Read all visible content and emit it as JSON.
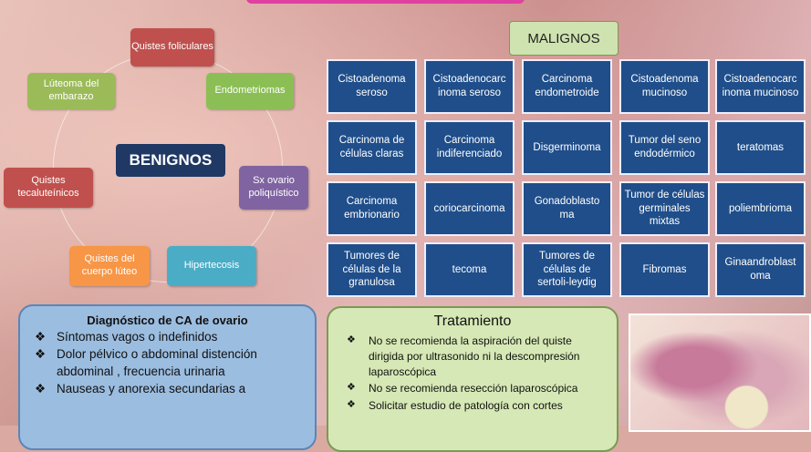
{
  "benignos": {
    "title": "BENIGNOS",
    "items": [
      "Quistes foliculares",
      "Endometriomas",
      "Sx ovario poliquístico",
      "Hipertecosis",
      "Quistes del cuerpo lúteo",
      "Quistes tecaluteínicos",
      "Lúteoma del embarazo"
    ]
  },
  "malignos": {
    "title": "MALIGNOS",
    "rows": [
      [
        "Cistoadenoma seroso",
        "Cistoadenocarc inoma seroso",
        "Carcinoma endometroide",
        "Cistoadenoma mucinoso",
        "Cistoadenocarc inoma mucinoso"
      ],
      [
        "Carcinoma de células claras",
        "Carcinoma indiferenciado",
        "Disgerminoma",
        "Tumor del seno endodérmico",
        "teratomas"
      ],
      [
        "Carcinoma embrionario",
        "coriocarcinoma",
        "Gonadoblasto ma",
        "Tumor de células germinales mixtas",
        "poliembrioma"
      ],
      [
        "Tumores de células de la granulosa",
        "tecoma",
        "Tumores de células de sertoli-leydig",
        "Fibromas",
        "Ginaandroblast oma"
      ]
    ]
  },
  "diagnostico": {
    "title": "Diagnóstico de CA de ovario",
    "items": [
      "Síntomas vagos o indefinidos",
      "Dolor pélvico o abdominal distención abdominal , frecuencia urinaria",
      "Nauseas y anorexia secundarias a"
    ]
  },
  "tratamiento": {
    "title": "Tratamiento",
    "items": [
      "No se recomienda la aspiración del quiste dirigida por ultrasonido ni la descompresión laparoscópica",
      "No se recomienda resección laparoscópica",
      "Solicitar estudio de patología con cortes"
    ]
  },
  "colors": {
    "quistes_foliculares": "#c0504d",
    "endometriomas": "#8bbf55",
    "sx_ovario": "#8064a2",
    "hipertecosis": "#4bacc6",
    "cuerpo_luteo": "#f79646",
    "tecaluteinicos": "#c0504d",
    "luteoma": "#9bbb59",
    "maligno_cell": "#1f4e8a"
  },
  "bullet_icon": "diamond-bullet-icon"
}
